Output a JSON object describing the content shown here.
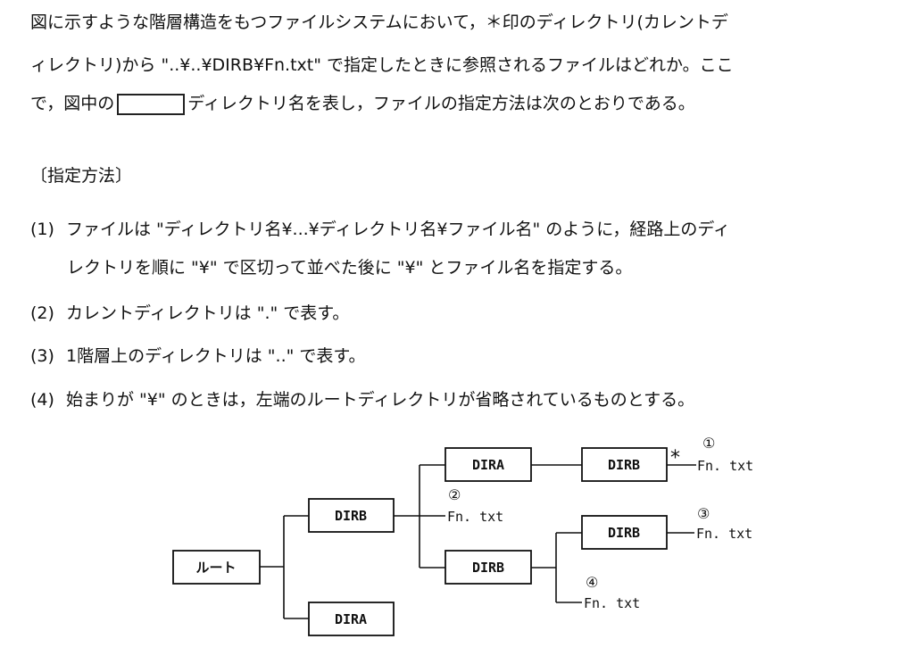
{
  "question": {
    "line1": "図に示すような階層構造をもつファイルシステムにおいて，＊印のディレクトリ(カレントデ",
    "line2": "ィレクトリ)から \"..¥..¥DIRB¥Fn.txt\" で指定したときに参照されるファイルはどれか。ここ",
    "line3_before": "で，図中の",
    "line3_after": "ディレクトリ名を表し，ファイルの指定方法は次のとおりである。"
  },
  "method_heading": "〔指定方法〕",
  "rules": [
    {
      "num": "(1)",
      "text": "ファイルは \"ディレクトリ名¥...¥ディレクトリ名¥ファイル名\" のように，経路上のディ",
      "cont": "レクトリを順に \"¥\" で区切って並べた後に \"¥\" とファイル名を指定する。"
    },
    {
      "num": "(2)",
      "text": "カレントディレクトリは \".\" で表す。"
    },
    {
      "num": "(3)",
      "text": "1階層上のディレクトリは \"..\" で表す。"
    },
    {
      "num": "(4)",
      "text": "始まりが \"¥\" のときは，左端のルートディレクトリが省略されているものとする。"
    }
  ],
  "tree": {
    "root": "ルート",
    "l1_dirb": "DIRB",
    "l1_dira": "DIRA",
    "l2_dira": "DIRA",
    "l2_dirb": "DIRB",
    "l3_dirb_current": "DIRB",
    "l3_dirb": "DIRB",
    "current_marker": "*",
    "files": [
      {
        "label": "①",
        "name": "Fn. txt"
      },
      {
        "label": "②",
        "name": "Fn. txt"
      },
      {
        "label": "③",
        "name": "Fn. txt"
      },
      {
        "label": "④",
        "name": "Fn. txt"
      }
    ]
  }
}
